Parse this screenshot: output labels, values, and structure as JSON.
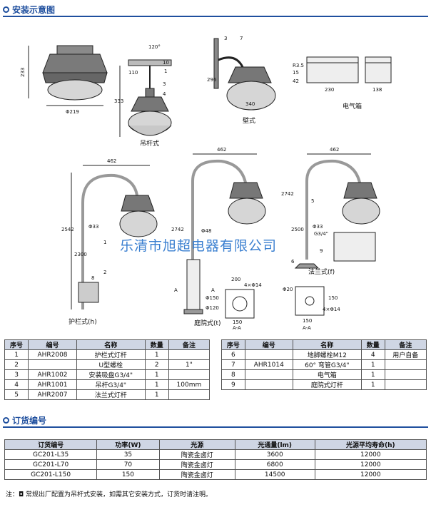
{
  "sections": {
    "install_title": "安装示意图",
    "order_title": "订货编号"
  },
  "watermark": "乐清市旭超电器有限公司",
  "drawing_labels": {
    "top_view": [
      "233",
      "Φ219"
    ],
    "pendant": [
      "120°",
      "10",
      "1",
      "3",
      "4",
      "333",
      "110",
      "吊杆式"
    ],
    "wall": [
      "3",
      "7",
      "296",
      "340",
      "壁式"
    ],
    "box": [
      "R3.5",
      "15",
      "42",
      "230",
      "138",
      "电气箱"
    ],
    "rail": [
      "462",
      "2542",
      "2300",
      "1",
      "Φ33",
      "2",
      "8",
      "护栏式(h)"
    ],
    "garden": [
      "462",
      "2742",
      "Φ48",
      "A",
      "A",
      "Φ150",
      "Φ120",
      "200",
      "4×Φ14",
      "150",
      "A-A",
      "庭院式(t)"
    ],
    "flange": [
      "462",
      "2742",
      "2500",
      "5",
      "Φ33",
      "G3/4\"",
      "6",
      "9",
      "Φ20",
      "150",
      "4×Φ14",
      "150",
      "A-A",
      "法兰式(f)"
    ]
  },
  "parts_table": {
    "headers": [
      "序号",
      "编号",
      "名称",
      "数量",
      "备注"
    ],
    "left_rows": [
      [
        "1",
        "AHR2008",
        "护栏式灯杆",
        "1",
        ""
      ],
      [
        "2",
        "",
        "U型螺栓",
        "2",
        "1\""
      ],
      [
        "3",
        "AHR1002",
        "安装吸盘G3/4\"",
        "1",
        ""
      ],
      [
        "4",
        "AHR1001",
        "吊杆G3/4\"",
        "1",
        "100mm"
      ],
      [
        "5",
        "AHR2007",
        "法兰式灯杆",
        "1",
        ""
      ]
    ],
    "right_rows": [
      [
        "6",
        "",
        "地脚螺栓M12",
        "4",
        "用户自备"
      ],
      [
        "7",
        "AHR1014",
        "60° 弯管G3/4\"",
        "1",
        ""
      ],
      [
        "8",
        "",
        "电气箱",
        "1",
        ""
      ],
      [
        "9",
        "",
        "庭院式灯杆",
        "1",
        ""
      ]
    ]
  },
  "order_table": {
    "headers": [
      "订货编号",
      "功率(W)",
      "光源",
      "光通量(lm)",
      "光源平均寿命(h)"
    ],
    "rows": [
      [
        "GC201-L35",
        "35",
        "陶瓷金卤灯",
        "3600",
        "12000"
      ],
      [
        "GC201-L70",
        "70",
        "陶瓷金卤灯",
        "6800",
        "12000"
      ],
      [
        "GC201-L150",
        "150",
        "陶瓷金卤灯",
        "14500",
        "12000"
      ]
    ]
  },
  "note": "注：◘ 常规出厂配置为吊杆式安装，如需其它安装方式，订货时请注明。",
  "colors": {
    "accent": "#1f4f9e",
    "header_bg": "#cfd6e4",
    "watermark": "#3a7fd0"
  }
}
